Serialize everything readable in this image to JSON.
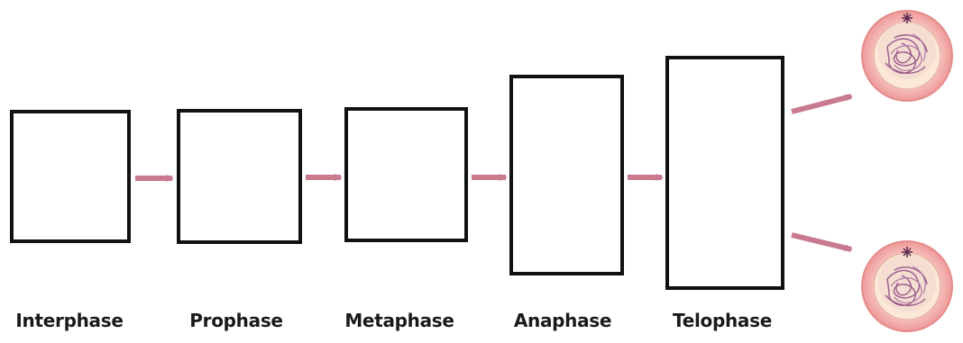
{
  "stages": [
    {
      "id": "interphase",
      "label": "Interphase"
    },
    {
      "id": "prophase",
      "label": "Prophase"
    },
    {
      "id": "metaphase",
      "label": "Metaphase"
    },
    {
      "id": "anaphase",
      "label": "Anaphase"
    },
    {
      "id": "telophase",
      "label": "Telophase"
    }
  ],
  "colors": {
    "arrow": "#c97a8f",
    "box_border": "#111111",
    "cell_membrane": "#f5b7b5",
    "cell_outline": "#e58a8a",
    "cell_nucleus": "#f8e6cf",
    "chromatin": "#9b5a8c"
  },
  "daughter_cells": 2
}
